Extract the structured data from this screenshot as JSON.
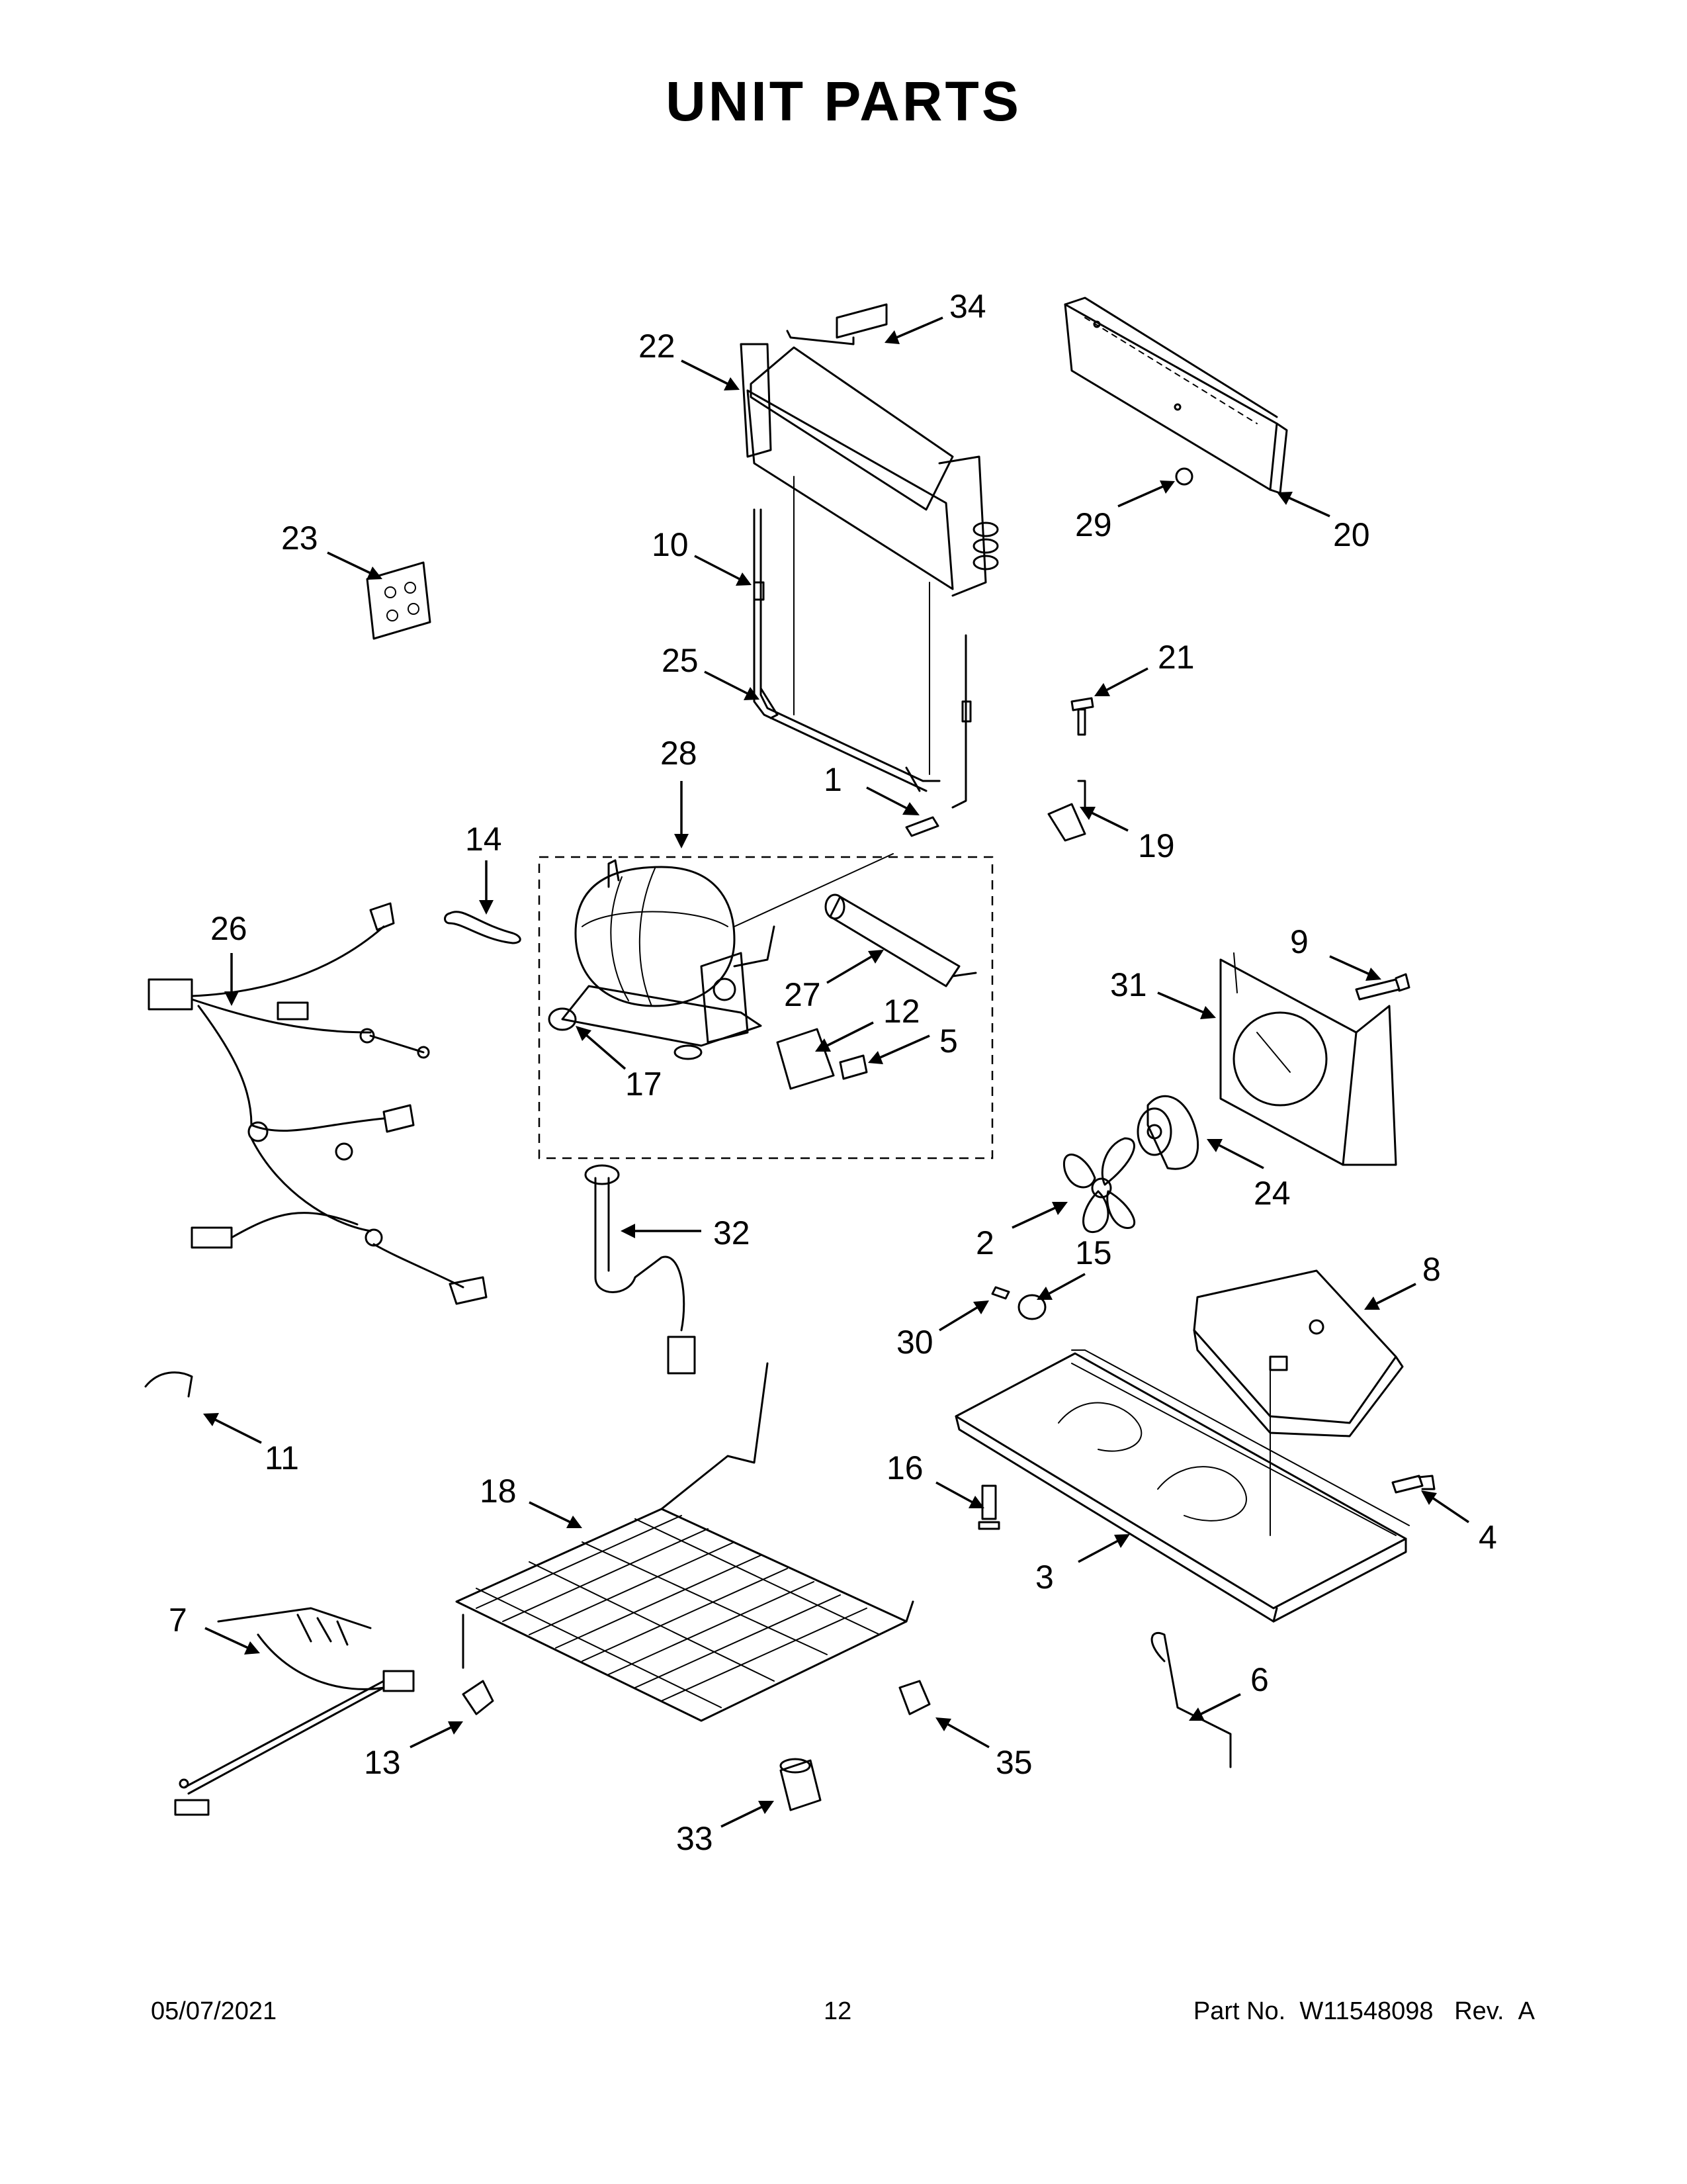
{
  "title": "UNIT PARTS",
  "footer": {
    "date": "05/07/2021",
    "page_number": "12",
    "part_no_label": "Part No.",
    "part_no": "W11548098",
    "rev_label": "Rev.",
    "rev": "A"
  },
  "callouts": [
    {
      "id": "1",
      "label": "1"
    },
    {
      "id": "2",
      "label": "2"
    },
    {
      "id": "3",
      "label": "3"
    },
    {
      "id": "4",
      "label": "4"
    },
    {
      "id": "5",
      "label": "5"
    },
    {
      "id": "6",
      "label": "6"
    },
    {
      "id": "7",
      "label": "7"
    },
    {
      "id": "8",
      "label": "8"
    },
    {
      "id": "9",
      "label": "9"
    },
    {
      "id": "10",
      "label": "10"
    },
    {
      "id": "11",
      "label": "11"
    },
    {
      "id": "12",
      "label": "12"
    },
    {
      "id": "13",
      "label": "13"
    },
    {
      "id": "14",
      "label": "14"
    },
    {
      "id": "15",
      "label": "15"
    },
    {
      "id": "16",
      "label": "16"
    },
    {
      "id": "17",
      "label": "17"
    },
    {
      "id": "18",
      "label": "18"
    },
    {
      "id": "19",
      "label": "19"
    },
    {
      "id": "20",
      "label": "20"
    },
    {
      "id": "21",
      "label": "21"
    },
    {
      "id": "22",
      "label": "22"
    },
    {
      "id": "23",
      "label": "23"
    },
    {
      "id": "24",
      "label": "24"
    },
    {
      "id": "25",
      "label": "25"
    },
    {
      "id": "26",
      "label": "26"
    },
    {
      "id": "27",
      "label": "27"
    },
    {
      "id": "28",
      "label": "28"
    },
    {
      "id": "29",
      "label": "29"
    },
    {
      "id": "30",
      "label": "30"
    },
    {
      "id": "31",
      "label": "31"
    },
    {
      "id": "32",
      "label": "32"
    },
    {
      "id": "33",
      "label": "33"
    },
    {
      "id": "34",
      "label": "34"
    },
    {
      "id": "35",
      "label": "35"
    }
  ]
}
